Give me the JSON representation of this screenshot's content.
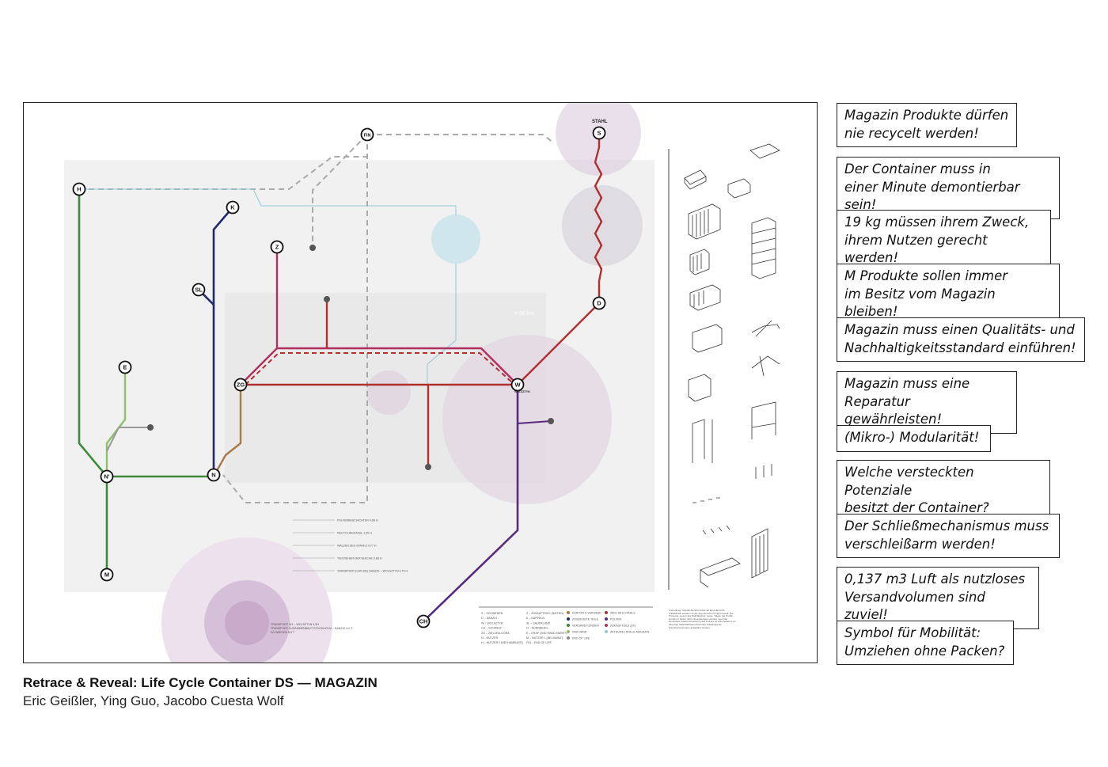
{
  "poster": {
    "stations": [
      {
        "code": "H"
      },
      {
        "code": "K"
      },
      {
        "code": "SL"
      },
      {
        "code": "Z"
      },
      {
        "code": "E"
      },
      {
        "code": "N'"
      },
      {
        "code": "N"
      },
      {
        "code": "M"
      },
      {
        "code": "ZG"
      },
      {
        "code": "W"
      },
      {
        "code": "D"
      },
      {
        "code": "S"
      },
      {
        "code": "FIN"
      },
      {
        "code": "CH"
      }
    ],
    "stahl_label": "STAHL",
    "wolsztyn_label": "WOLSZTYN",
    "zone_label": "< 50 km",
    "line_colors": {
      "green": "#3f8a3a",
      "light_green": "#8fc06a",
      "navy": "#1f2a6b",
      "red": "#b03030",
      "brown": "#a97a45",
      "purple": "#5a2a80",
      "grey": "#888888",
      "light_blue": "#8fc9d8",
      "gray_dashed": "#aaaaaa"
    },
    "legend": {
      "stations": [
        "S – SCHWEDEN",
        "D – DANZIG",
        "W – WOLSZTYN",
        "CH – SCHWEIZ",
        "ZG – ZIELONA GORA",
        "N – NUTZER",
        "H – NUTZER 2 (BEI HAMBURG)",
        "Z – ZUKAUFTEILE (NIETEN)",
        "K – KAPPELN",
        "SL – SAUERLAND",
        "N – NÜRNBERG",
        "E – ERAP (2ND HAND MARKT)",
        "M – NUTZER 1 (BEI MAINZ)",
        "FIN – END OF LIFE"
      ],
      "lines": [
        {
          "label": "KARTON & VERSAND",
          "color": "#a97a45"
        },
        {
          "label": "ZUGEFÜGTE TEILE",
          "color": "#1f2a6b"
        },
        {
          "label": "VERSAND KUNDEN",
          "color": "#3f8a3a"
        },
        {
          "label": "2ND HAND",
          "color": "#8fc06a"
        },
        {
          "label": "END OF LIFE",
          "color": "#888888"
        },
        {
          "label": "WEG DES STAHLS",
          "color": "#b03030"
        },
        {
          "label": "PULVER",
          "color": "#5a2a80"
        },
        {
          "label": "ZUKAUFTEILE (Z0)",
          "color": "#b03060"
        },
        {
          "label": "AKTEURE | ROLLE MAGAZIN",
          "color": "#8fc9d8"
        }
      ]
    },
    "transport_notes": [
      "TRANSPORT W1 – WOLSZTYN 4,5H",
      "TRANSPORT ZUSAMMENBAUT STOCKHOLM – DANZIG 4,0 T",
      "SCHWEDEN 6,5 T"
    ],
    "emission_notes": [
      "PULVERBESCHICHTEN 4,88 H",
      "RECYCLINGSTAHL 1,95 H",
      "WALZEN DES STAHLS 0,77 H",
      "TIEFZIEHEN DER BLECHE 0,68 H",
      "TRANSPORT (CAN DE) DANZIG – WOLSZTYN 2,79 H"
    ],
    "annotation": "Anmerkung: Sowohl die Eco-Costs als auch die CO2-Fußabdruck wurden mit der App Idemat LCA light erstellt. Die Prozesse „Lesen des Stahlbleches“ sowie „Sägen der Profile“ wurden in dieser nicht mit einbezogen worden. Auch die besondere Zusammensetzung des Pulvers ist nicht bekannt, so dass hier Stickstoff/Sauerstoff nicht vollständig als Pulverkomponenten aufgeführt worden."
  },
  "notes": [
    "Magazin Produkte dürfen\nnie recycelt werden!",
    "Der Container muss in\neiner Minute demontierbar sein!",
    "19 kg müssen ihrem Zweck,\nihrem Nutzen gerecht werden!",
    "M Produkte sollen immer\nim Besitz vom Magazin bleiben!",
    "Magazin muss einen Qualitäts- und\nNachhaltigkeitsstandard einführen!",
    "Magazin muss eine\nReparatur gewährleisten!",
    "(Mikro-) Modularität!",
    "Welche versteckten Potenziale\nbesitzt der Container?",
    "Der Schließmechanismus muss\nverschleißarm werden!",
    "0,137 m3 Luft als nutzloses\nVersandvolumen sind zuviel!",
    "Symbol für Mobilität:\nUmziehen ohne Packen?"
  ],
  "caption": {
    "title": "Retrace & Reveal: Life Cycle Container DS — MAGAZIN",
    "authors": "Eric Geißler, Ying Guo, Jacobo Cuesta Wolf"
  }
}
